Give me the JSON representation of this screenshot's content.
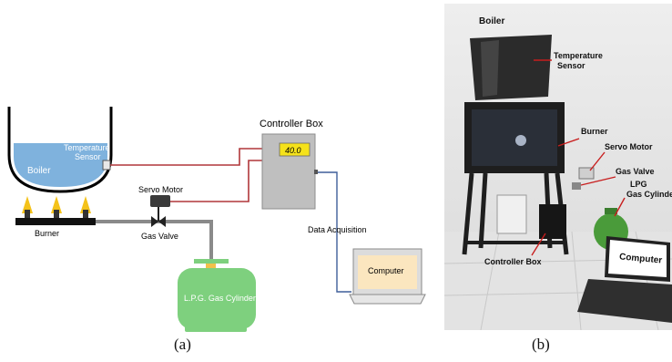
{
  "panel_a": {
    "caption": "(a)",
    "labels": {
      "boiler": "Boiler",
      "temperature_sensor_line1": "Temperature",
      "temperature_sensor_line2": "Sensor",
      "burner": "Burner",
      "servo_motor": "Servo Motor",
      "gas_valve": "Gas Valve",
      "gas_cylinder": "L.P.G. Gas Cylinder",
      "controller_box": "Controller Box",
      "display_value": "40.0",
      "data_acquisition": "Data Acquisition",
      "computer": "Computer"
    },
    "colors": {
      "water": "#7fb2dd",
      "cylinder": "#7ed07e",
      "controller": "#bfbfbf",
      "display": "#f5e21a",
      "wire_red": "#b0373a",
      "wire_blue": "#3f5f9a",
      "flame": "#f4c21a",
      "screen": "#fbe6bf"
    }
  },
  "panel_b": {
    "caption": "(b)",
    "labels": {
      "boiler": "Boiler",
      "temperature_sensor_line1": "Temperature",
      "temperature_sensor_line2": "Sensor",
      "burner": "Burner",
      "servo_motor": "Servo Motor",
      "gas_valve": "Gas Valve",
      "lpg_line1": "LPG",
      "lpg_line2": "Gas Cylinde",
      "controller_box": "Controller Box",
      "computer": "Computer"
    }
  }
}
